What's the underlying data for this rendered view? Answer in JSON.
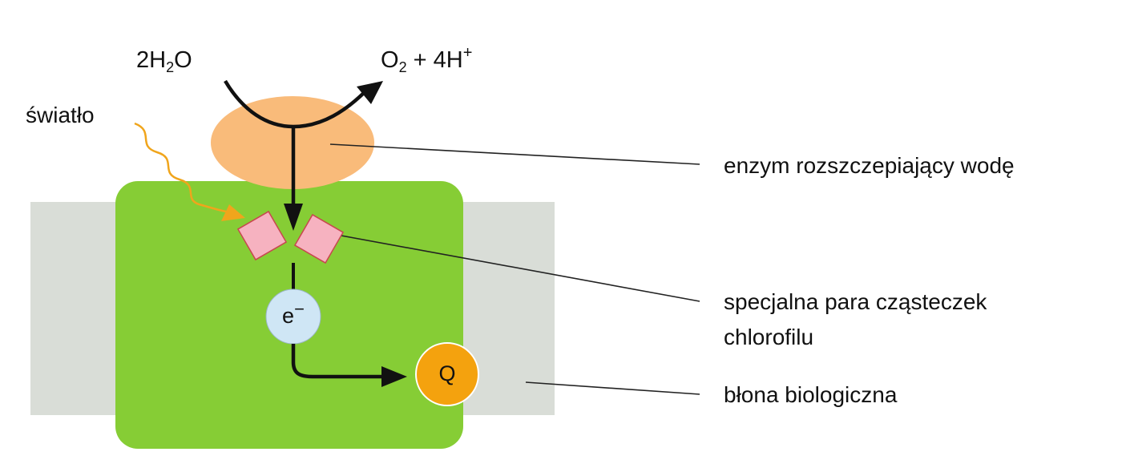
{
  "equation": {
    "reactant": {
      "coef": "2H",
      "sub": "2",
      "rest": "O"
    },
    "product": {
      "o": "O",
      "o_sub": "2",
      "rest": " + 4H",
      "sup": "+"
    }
  },
  "labels": {
    "light": "światło",
    "enzyme": "enzym rozszczepiający wodę",
    "chlorophyll_line1": "specjalna para cząsteczek",
    "chlorophyll_line2": "chlorofilu",
    "membrane": "błona biologiczna"
  },
  "symbols": {
    "electron": "e",
    "electron_sup": "−",
    "quinone": "Q"
  },
  "colors": {
    "membrane": "#d9ddd7",
    "protein": "#86cd35",
    "enzyme": "#f9bb7a",
    "chlorophyll": "#f6b2c0",
    "chlorophyll_border": "#c8474f",
    "electron": "#cfe6f5",
    "quinone": "#f4a20e",
    "light": "#f0a51c"
  }
}
